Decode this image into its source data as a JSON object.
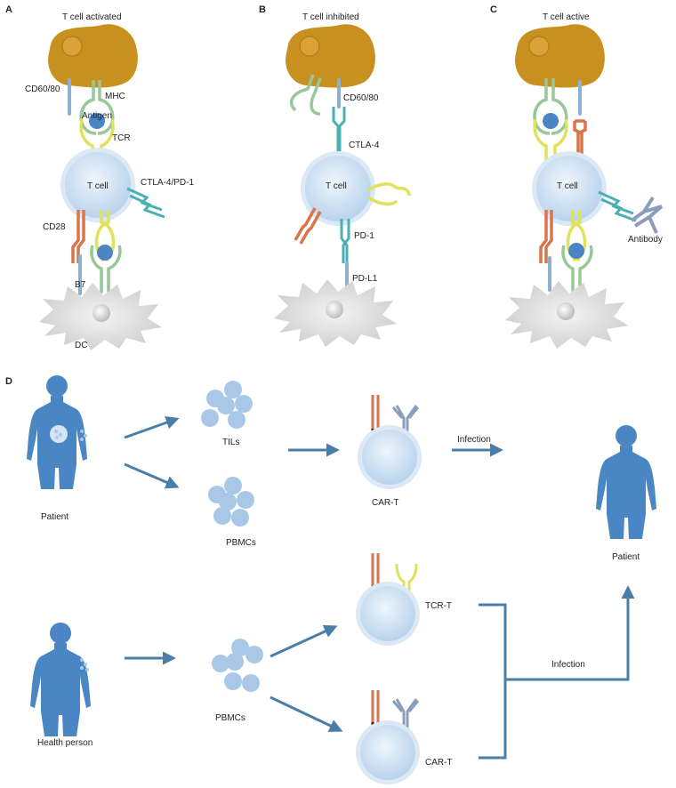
{
  "panels": {
    "A": {
      "letter": "A",
      "title": "T cell activated",
      "labels": {
        "cd6080": "CD60/80",
        "mhc": "MHC",
        "antigen": "Antigen",
        "tcr": "TCR",
        "tcell": "T cell",
        "ctla_pd1": "CTLA-4/PD-1",
        "cd28": "CD28",
        "b7": "B7",
        "dc": "DC"
      }
    },
    "B": {
      "letter": "B",
      "title": "T cell inhibited",
      "labels": {
        "cd6080": "CD60/80",
        "ctla4": "CTLA-4",
        "tcell": "T cell",
        "pd1": "PD-1",
        "pdl1": "PD-L1"
      }
    },
    "C": {
      "letter": "C",
      "title": "T cell active",
      "labels": {
        "tcell": "T cell",
        "antibody": "Antibody"
      }
    },
    "D": {
      "letter": "D",
      "labels": {
        "patient_left": "Patient",
        "tils": "TILs",
        "pbmcs_top": "PBMCs",
        "cart_top": "CAR-T",
        "infection_top": "Infection",
        "patient_right": "Patient",
        "health_person": "Health person",
        "pbmcs_bottom": "PBMCs",
        "tcrt": "TCR-T",
        "cart_bottom": "CAR-T",
        "infection_bottom": "Infection"
      }
    }
  },
  "colors": {
    "apc": "#c8901e",
    "tcell_fill": "#c6dcf0",
    "tcell_ring": "#dbe8f5",
    "dc": "#dcdcdc",
    "green": "#98c898",
    "yellow": "#e0e25a",
    "blue_dot": "#4a86c4",
    "orange": "#d9754a",
    "teal": "#4ab0b4",
    "steel": "#8eb0d0",
    "grayblue": "#8c9cbc",
    "person": "#4a86c4",
    "arrow": "#4a7ea8",
    "cluster": "#a9c8e8"
  }
}
